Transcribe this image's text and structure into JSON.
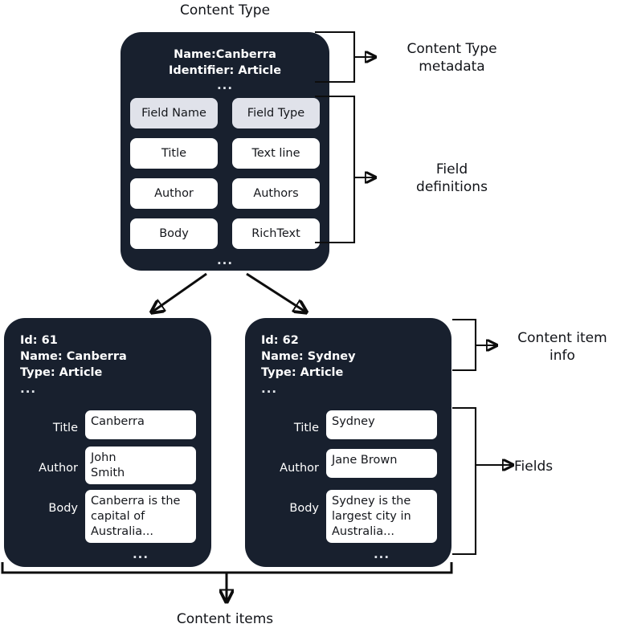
{
  "diagram": {
    "title_top": "Content Type",
    "title_bottom": "Content items",
    "callouts": {
      "content_type_metadata": "Content Type\nmetadata",
      "field_definitions": "Field\ndefinitions",
      "content_item_info": "Content item\ninfo",
      "fields": "Fields"
    },
    "ellipsis": "..."
  },
  "content_type": {
    "meta": "Name:Canberra\nIdentifier: Article",
    "meta_ellipsis": "...",
    "table": {
      "headers": [
        "Field Name",
        "Field Type"
      ],
      "rows": [
        [
          "Title",
          "Text line"
        ],
        [
          "Author",
          "Authors"
        ],
        [
          "Body",
          "RichText"
        ]
      ]
    },
    "table_ellipsis": "..."
  },
  "content_items": [
    {
      "info": "Id: 61\nName: Canberra\nType: Article",
      "info_ellipsis": "...",
      "fields": [
        {
          "label": "Title",
          "value": "Canberra"
        },
        {
          "label": "Author",
          "value": "John\nSmith"
        },
        {
          "label": "Body",
          "value": "Canberra is the\ncapital of\nAustralia..."
        }
      ],
      "fields_ellipsis": "..."
    },
    {
      "info": "Id: 62\nName: Sydney\nType: Article",
      "info_ellipsis": "...",
      "fields": [
        {
          "label": "Title",
          "value": "Sydney"
        },
        {
          "label": "Author",
          "value": "Jane Brown"
        },
        {
          "label": "Body",
          "value": "Sydney is the\nlargest city in\nAustralia..."
        }
      ],
      "fields_ellipsis": "..."
    }
  ],
  "colors": {
    "card_background": "#18202e",
    "header_cell": "#e0e2ea",
    "value_cell": "#ffffff",
    "line": "#0d0d0d",
    "text_dark": "#111318",
    "text_light": "#ffffff",
    "page_background": "#ffffff"
  }
}
